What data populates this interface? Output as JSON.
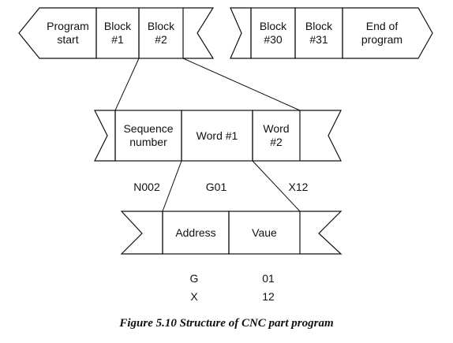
{
  "program_strip": {
    "left": {
      "start": "Program start",
      "block1": "Block #1",
      "block2": "Block #2"
    },
    "right": {
      "block30": "Block #30",
      "block31": "Block #31",
      "end": "End of program"
    }
  },
  "block_strip": {
    "sequence": "Sequence number",
    "word1": "Word #1",
    "word2": "Word #2"
  },
  "word_labels": {
    "n": "N002",
    "g": "G01",
    "x": "X12"
  },
  "word_strip": {
    "address": "Address",
    "value": "Vaue"
  },
  "examples": {
    "row1": {
      "address": "G",
      "value": "01"
    },
    "row2": {
      "address": "X",
      "value": "12"
    }
  },
  "caption": "Figure 5.10 Structure of CNC part program"
}
